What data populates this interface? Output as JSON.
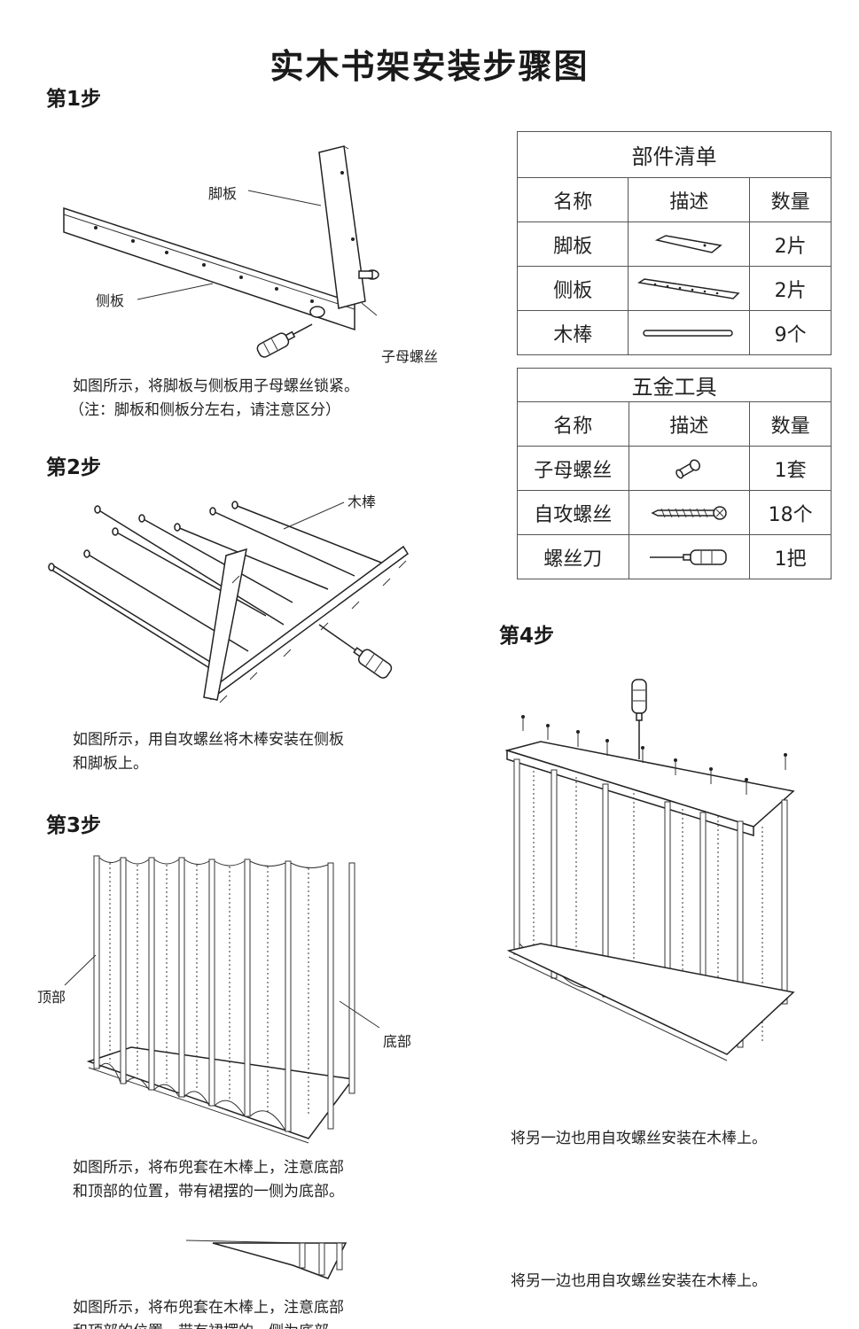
{
  "title": "实木书架安装步骤图",
  "steps": {
    "s1": {
      "label": "第1步",
      "caption_1": "如图所示，将脚板与侧板用子母螺丝锁紧。",
      "caption_2": "（注：脚板和侧板分左右，请注意区分）",
      "callouts": {
        "foot": "脚板",
        "side": "侧板",
        "screw": "子母螺丝"
      }
    },
    "s2": {
      "label": "第2步",
      "caption_1": "如图所示，用自攻螺丝将木棒安装在侧板",
      "caption_2": "和脚板上。",
      "callouts": {
        "rod": "木棒"
      }
    },
    "s3": {
      "label": "第3步",
      "caption_1": "如图所示，将布兜套在木棒上，注意底部",
      "caption_2": "和顶部的位置，带有裙摆的一侧为底部。",
      "callouts": {
        "top": "顶部",
        "bottom": "底部"
      }
    },
    "s4": {
      "label": "第4步",
      "caption": "将另一边也用自攻螺丝安装在木棒上。"
    },
    "dup": {
      "caption": "将另一边也用自攻螺丝安装在木棒上。",
      "caption_1": "如图所示，将布兜套在木棒上，注意底部",
      "caption_2": "和顶部的位置，带有裙摆的一侧为底部。"
    }
  },
  "parts_table": {
    "title": "部件清单",
    "columns": [
      "名称",
      "描述",
      "数量"
    ],
    "rows": [
      {
        "name": "脚板",
        "icon": "foot-board-icon",
        "qty": "2片"
      },
      {
        "name": "侧板",
        "icon": "side-board-icon",
        "qty": "2片"
      },
      {
        "name": "木棒",
        "icon": "wood-rod-icon",
        "qty": "9个"
      }
    ]
  },
  "hardware_table": {
    "title": "五金工具",
    "columns": [
      "名称",
      "描述",
      "数量"
    ],
    "rows": [
      {
        "name": "子母螺丝",
        "icon": "barrel-nut-screw-icon",
        "qty": "1套"
      },
      {
        "name": "自攻螺丝",
        "icon": "self-tapping-screw-icon",
        "qty": "18个"
      },
      {
        "name": "螺丝刀",
        "icon": "screwdriver-icon",
        "qty": "1把"
      }
    ]
  }
}
